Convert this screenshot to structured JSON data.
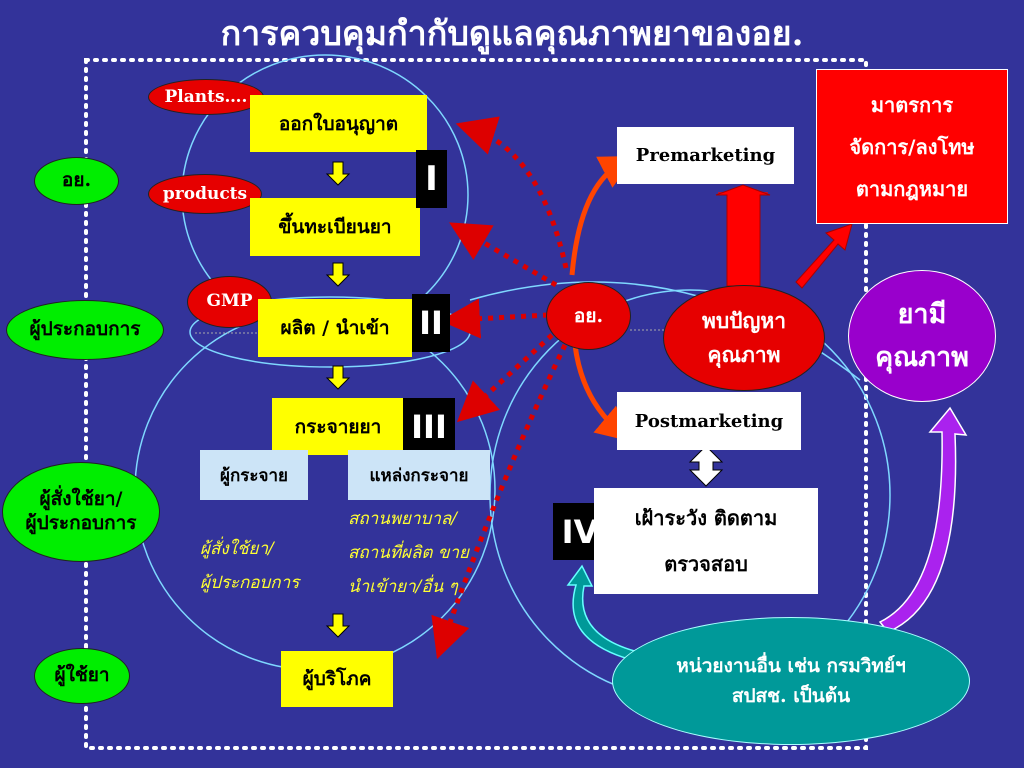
{
  "title": "การควบคุมกำกับดูแลคุณภาพยาของอย.",
  "left_labels": {
    "fda": "อย.",
    "operator": "ผู้ประกอบการ",
    "prescriber_line1": "ผู้สั่งใช้ยา/",
    "prescriber_line2": "ผู้ประกอบการ",
    "user": "ผู้ใช้ยา"
  },
  "tags": {
    "plants": "Plants….",
    "products": "products",
    "gmp": "GMP"
  },
  "flow": {
    "license": "ออกใบอนุญาต",
    "register": "ขึ้นทะเบียนยา",
    "produce": "ผลิต / นำเข้า",
    "distribute": "กระจายยา",
    "consumer": "ผู้บริโภค"
  },
  "stage_labels": {
    "i": "I",
    "ii": "II",
    "iii": "III",
    "iv": "IV"
  },
  "distribution": {
    "distributor": "ผู้กระจาย",
    "source": "แหล่งกระจาย",
    "prescriber_line1": "ผู้สั่งใช้ยา/",
    "prescriber_line2": "ผู้ประกอบการ",
    "places_line1": "สถานพยาบาล/",
    "places_line2": "สถานที่ผลิต ขาย",
    "places_line3": "นำเข้ายา/อื่น ๆ"
  },
  "center": {
    "fda": "อย.",
    "problem_line1": "พบปัญหา",
    "problem_line2": "คุณภาพ"
  },
  "right": {
    "premarketing": "Premarketing",
    "postmarketing": "Postmarketing",
    "measures_line1": "มาตรการ",
    "measures_line2": "จัดการ/ลงโทษ",
    "measures_line3": "ตามกฎหมาย",
    "surveil_line1": "เฝ้าระวัง ติดตาม",
    "surveil_line2": "ตรวจสอบ",
    "quality_line1": "ยามี",
    "quality_line2": "คุณภาพ",
    "agencies_line1": "หน่วยงานอื่น เช่น กรมวิทย์ฯ",
    "agencies_line2": "สปสช. เป็นต้น"
  },
  "colors": {
    "background": "#33339a",
    "flow_box": "#ffff00",
    "label_oval": "#00ee00",
    "alert": "#ff0000",
    "quality": "#9900cc",
    "agency": "#009999"
  }
}
